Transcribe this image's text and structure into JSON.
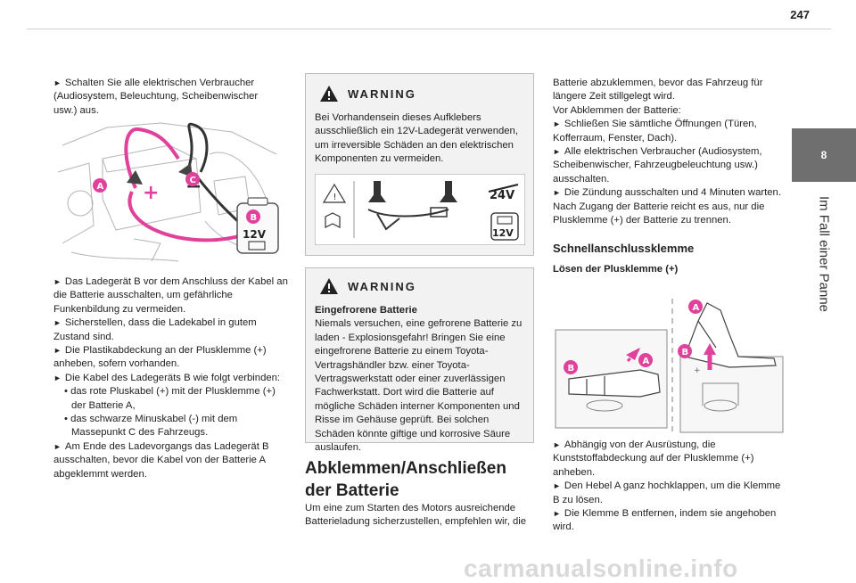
{
  "page": {
    "number": "247"
  },
  "side_tab": {
    "chapter": "8",
    "title": "Im Fall einer Panne"
  },
  "col1": {
    "p1": "Schalten Sie alle elektrischen Verbraucher (Audiosystem, Beleuchtung, Scheibenwischer usw.) aus.",
    "fig_labels": {
      "a": "A",
      "b": "B",
      "c": "C",
      "volt": "12V"
    },
    "p2": "Das Ladegerät B vor dem Anschluss der Kabel an die Batterie ausschalten, um gefährliche Funkenbildung zu vermeiden.",
    "p3": "Sicherstellen, dass die Ladekabel in gutem Zustand sind.",
    "p4": "Die Plastikabdeckung an der Plusklemme (+) anheben, sofern vorhanden.",
    "p5": "Die Kabel des Ladegeräts B wie folgt verbinden:",
    "p5a": "das rote Pluskabel (+) mit der Plusklemme (+) der Batterie A,",
    "p5b": "das schwarze Minuskabel (-) mit dem Massepunkt C des Fahrzeugs.",
    "p6": "Am Ende des Ladevorgangs das Ladegerät B ausschalten, bevor die Kabel von der Batterie A abgeklemmt werden."
  },
  "col2": {
    "warn1": {
      "title": "WARNING",
      "text": "Bei Vorhandensein dieses Aufklebers ausschließlich ein 12V-Ladegerät verwenden, um irreversible Schäden an den elektrischen Komponenten zu vermeiden.",
      "v24": "24V",
      "v12": "12V"
    },
    "warn2": {
      "title": "WARNING",
      "subtitle": "Eingefrorene Batterie",
      "text": "Niemals versuchen, eine gefrorene Batterie zu laden - Explosionsgefahr! Bringen Sie eine eingefrorene Batterie zu einem Toyota-Vertragshändler bzw. einer Toyota-Vertragswerkstatt oder einer zuverlässigen Fachwerkstatt. Dort wird die Batterie auf mögliche Schäden interner Komponenten und Risse im Gehäuse geprüft. Bei solchen Schäden könnte giftige und korrosive Säure auslaufen."
    },
    "heading": "Abklemmen/Anschließen der Batterie",
    "intro": "Um eine zum Starten des Motors ausreichende Batterieladung sicherzustellen, empfehlen wir, die"
  },
  "col3": {
    "p1": "Batterie abzuklemmen, bevor das Fahrzeug für längere Zeit stillgelegt wird.",
    "p2": "Vor Abklemmen der Batterie:",
    "p3": "Schließen Sie sämtliche Öffnungen (Türen, Kofferraum, Fenster, Dach).",
    "p4": "Alle elektrischen Verbraucher (Audiosystem, Scheibenwischer, Fahrzeugbeleuchtung usw.) ausschalten.",
    "p5": "Die Zündung ausschalten und 4 Minuten warten. Nach Zugang der Batterie reicht es aus, nur die Plusklemme (+) der Batterie zu trennen.",
    "h1": "Schnellanschlussklemme",
    "h2": "Lösen der Plusklemme (+)",
    "fig_labels": {
      "a": "A",
      "b": "B"
    },
    "p6": "Abhängig von der Ausrüstung, die Kunststoffabdeckung auf der Plusklemme (+) anheben.",
    "p7": "Den Hebel A ganz hochklappen, um die Klemme B zu lösen.",
    "p8": "Die Klemme B entfernen, indem sie angehoben wird."
  },
  "footer": {
    "watermark": "carmanualsonline.info"
  },
  "colors": {
    "magenta": "#e0429b",
    "tab": "#6f6f6f",
    "warnbg": "#f2f2f2"
  }
}
